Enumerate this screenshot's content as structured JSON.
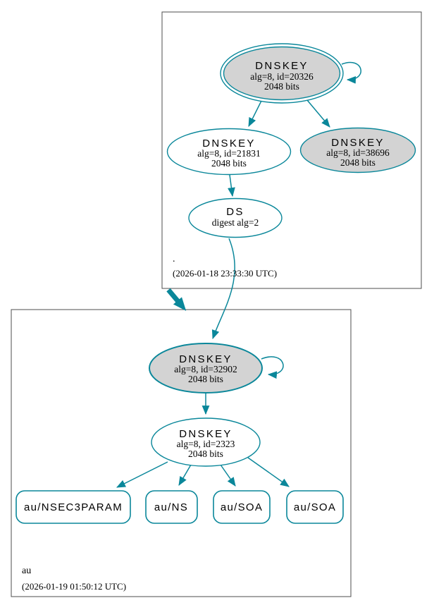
{
  "colors": {
    "edge_secure_teal": "#0a879a",
    "ksk_fill_gray": "#d3d3d3",
    "node_fill_white": "#ffffff",
    "zone_box_border": "#4d4d4d",
    "text": "#000000"
  },
  "zones": {
    "root": {
      "label": ".",
      "timestamp": "(2026-01-18 23:33:30 UTC)",
      "nodes": {
        "ksk_20326": {
          "title": "DNSKEY",
          "detail1": "alg=8, id=20326",
          "detail2": "2048 bits"
        },
        "zsk_21831": {
          "title": "DNSKEY",
          "detail1": "alg=8, id=21831",
          "detail2": "2048 bits"
        },
        "key_38696": {
          "title": "DNSKEY",
          "detail1": "alg=8, id=38696",
          "detail2": "2048 bits"
        },
        "ds": {
          "title": "DS",
          "detail1": "digest alg=2"
        }
      }
    },
    "au": {
      "label": "au",
      "timestamp": "(2026-01-19 01:50:12 UTC)",
      "nodes": {
        "ksk_32902": {
          "title": "DNSKEY",
          "detail1": "alg=8, id=32902",
          "detail2": "2048 bits"
        },
        "zsk_2323": {
          "title": "DNSKEY",
          "detail1": "alg=8, id=2323",
          "detail2": "2048 bits"
        },
        "rrsets": [
          {
            "label": "au/NSEC3PARAM"
          },
          {
            "label": "au/NS"
          },
          {
            "label": "au/SOA"
          },
          {
            "label": "au/SOA"
          }
        ]
      }
    }
  }
}
